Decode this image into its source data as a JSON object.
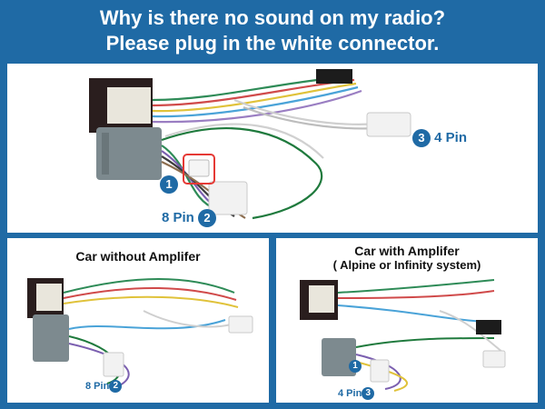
{
  "header": {
    "line1": "Why is there no sound on my radio?",
    "line2": "Please plug in the white connector."
  },
  "top": {
    "badge1": "1",
    "badge2": "2",
    "badge3": "3",
    "pin8": "8 Pin",
    "pin4": "4 Pin"
  },
  "left": {
    "title": "Car without Amplifer",
    "pin8": "8 Pin",
    "badge2": "2"
  },
  "right": {
    "title1": "Car with Amplifer",
    "title2": "( Alpine or Infinity system)",
    "pin4": "4 Pin",
    "badge1": "1",
    "badge3": "3"
  },
  "colors": {
    "brand": "#1f6aa5",
    "connector": "#7d8a8f",
    "highlight": "#e53935"
  }
}
